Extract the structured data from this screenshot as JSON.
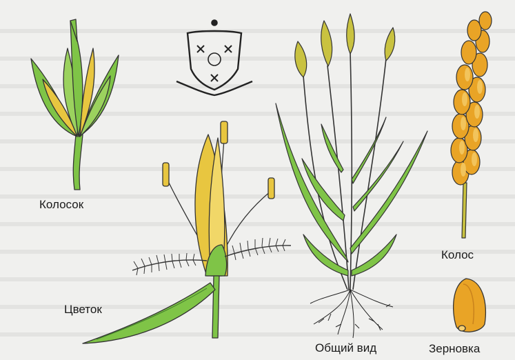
{
  "labels": {
    "spikelet": "Колосок",
    "flower": "Цветок",
    "overall": "Общий вид",
    "spike": "Колос",
    "grain": "Зерновка"
  },
  "colors": {
    "leaf_green": "#7fc447",
    "dark_green": "#3f7a2a",
    "yellow": "#e8c640",
    "orange": "#e9a426",
    "outline": "#333333",
    "background": "#f0f0ee"
  }
}
